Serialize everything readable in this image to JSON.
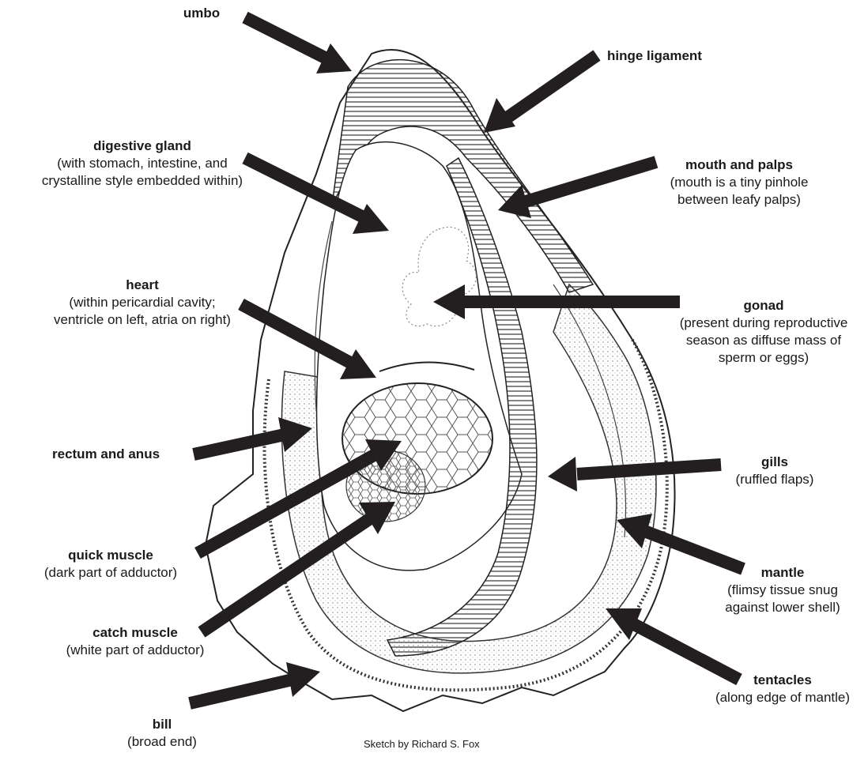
{
  "labels": {
    "umbo": {
      "title": "umbo"
    },
    "hinge_ligament": {
      "title": "hinge ligament"
    },
    "digestive_gland": {
      "title": "digestive gland",
      "sub": [
        "(with stomach, intestine, and",
        "crystalline style embedded within)"
      ]
    },
    "mouth_palps": {
      "title": "mouth and palps",
      "sub": [
        "(mouth is a tiny pinhole",
        "between leafy palps)"
      ]
    },
    "heart": {
      "title": "heart",
      "sub": [
        "(within pericardial cavity;",
        "ventricle on left, atria on right)"
      ]
    },
    "gonad": {
      "title": "gonad",
      "sub": [
        "(present during reproductive",
        "season as diffuse mass of",
        "sperm or eggs)"
      ]
    },
    "rectum": {
      "title": "rectum and anus"
    },
    "gills": {
      "title": "gills",
      "sub": [
        "(ruffled flaps)"
      ]
    },
    "quick_muscle": {
      "title": "quick muscle",
      "sub": [
        "(dark part of adductor)"
      ]
    },
    "mantle": {
      "title": "mantle",
      "sub": [
        "(flimsy tissue snug",
        "against lower shell)"
      ]
    },
    "catch_muscle": {
      "title": "catch muscle",
      "sub": [
        "(white part of adductor)"
      ]
    },
    "tentacles": {
      "title": "tentacles",
      "sub": [
        "(along edge of mantle)"
      ]
    },
    "bill": {
      "title": "bill",
      "sub": [
        "(broad end)"
      ]
    }
  },
  "credit": "Sketch by Richard S. Fox",
  "colors": {
    "arrow": "#231f20",
    "ink": "#333333",
    "text": "#1a1a1a"
  }
}
